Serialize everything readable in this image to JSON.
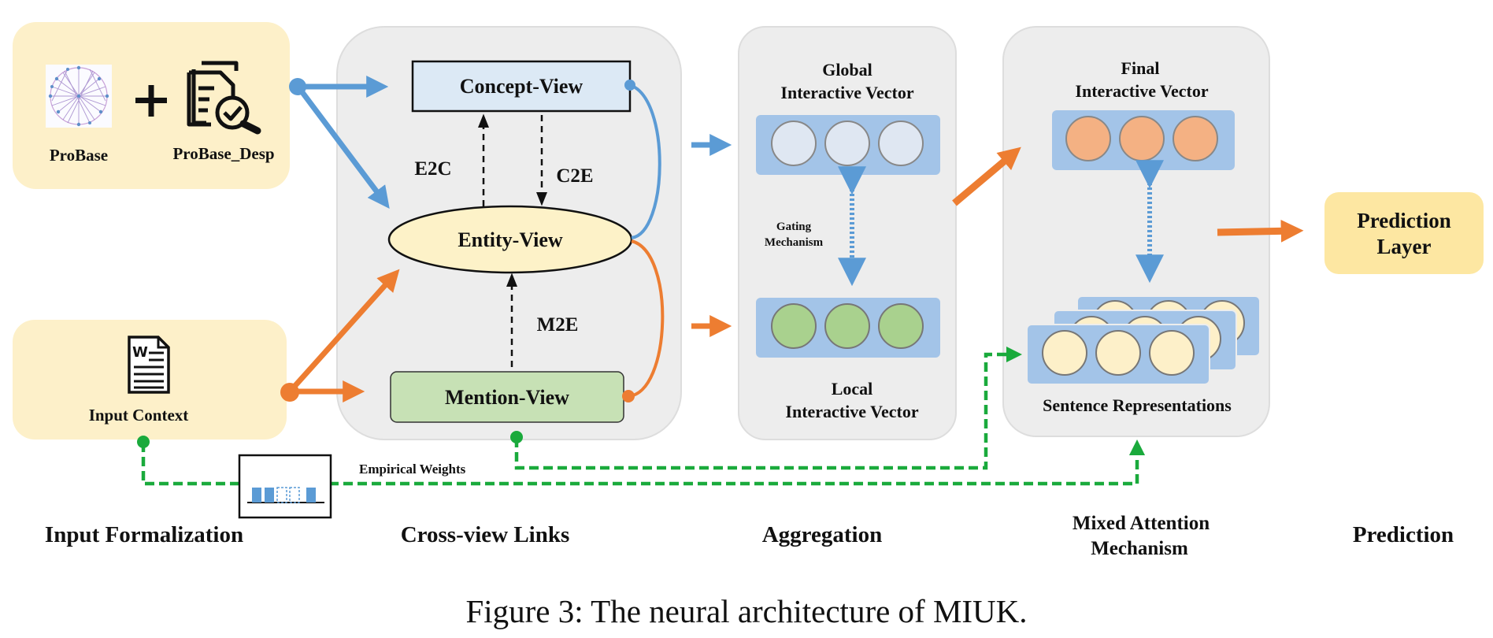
{
  "colors": {
    "blue_arrow": "#5b9bd5",
    "orange_arrow": "#ed7d31",
    "green_dashed": "#1aaa3c",
    "input_panel": "#fdf0c9",
    "stage_panel": "#ededed",
    "concept_fill": "#dce9f5",
    "entity_fill": "#fdf2c8",
    "mention_fill": "#c7e1b5",
    "vector_bar": "#a3c4e8",
    "global_circle": "#dfe7f2",
    "local_circle": "#a9d18e",
    "final_circle": "#f4b183",
    "sentence_circle": "#fdf0c9",
    "prediction_fill": "#fde7a2"
  },
  "icons": [
    "probase-graph-icon",
    "plus-icon",
    "document-check-icon",
    "word-document-icon",
    "empirical-weights-chart-icon"
  ],
  "input": {
    "probase": "ProBase",
    "probase_desp": "ProBase_Desp",
    "input_context": "Input Context"
  },
  "cross_view": {
    "concept_view": "Concept-View",
    "entity_view": "Entity-View",
    "mention_view": "Mention-View",
    "e2c": "E2C",
    "c2e": "C2E",
    "m2e": "M2E"
  },
  "aggregation": {
    "global_line1": "Global",
    "global_line2": "Interactive Vector",
    "gating_line1": "Gating",
    "gating_line2": "Mechanism",
    "local_line1": "Local",
    "local_line2": "Interactive Vector"
  },
  "mixed": {
    "final_line1": "Final",
    "final_line2": "Interactive Vector",
    "sentence": "Sentence Representations"
  },
  "prediction": {
    "line1": "Prediction",
    "line2": "Layer"
  },
  "empirical_weights": "Empirical Weights",
  "stages": {
    "input_formalization": "Input Formalization",
    "cross_view_links": "Cross-view Links",
    "aggregation": "Aggregation",
    "mixed_line1": "Mixed Attention",
    "mixed_line2": "Mechanism",
    "prediction": "Prediction"
  },
  "caption": "Figure 3: The neural architecture of MIUK."
}
